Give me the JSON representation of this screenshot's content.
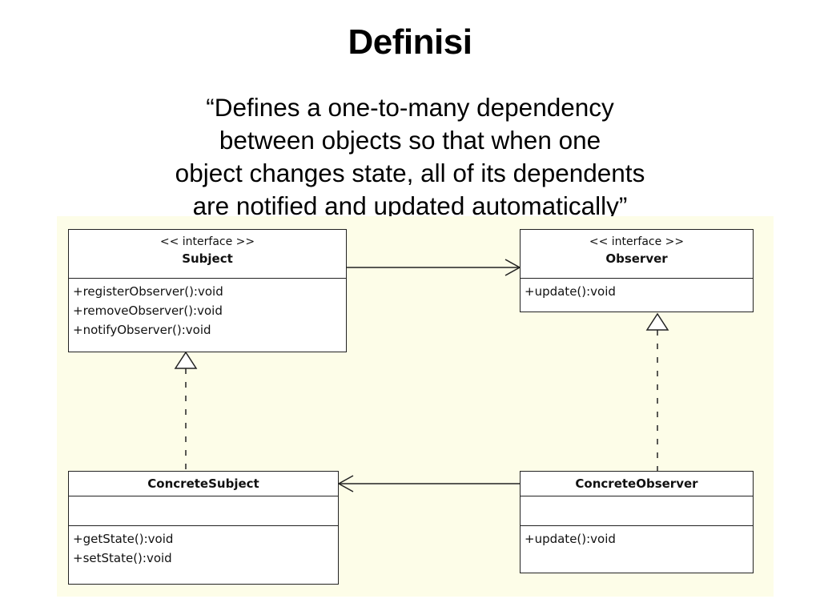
{
  "title": "Definisi",
  "quote": {
    "lines": [
      "“Defines a one-to-many dependency",
      "between objects so that when one",
      "object changes state, all of its dependents",
      "are notified and updated automatically”"
    ]
  },
  "diagram": {
    "subject": {
      "stereotype": "<< interface >>",
      "name": "Subject",
      "operations": [
        "+registerObserver():void",
        "+removeObserver():void",
        "+notifyObserver():void"
      ]
    },
    "observer": {
      "stereotype": "<< interface >>",
      "name": "Observer",
      "operations": [
        "+update():void"
      ]
    },
    "concrete_subject": {
      "name": "ConcreteSubject",
      "operations": [
        "+getState():void",
        "+setState():void"
      ]
    },
    "concrete_observer": {
      "name": "ConcreteObserver",
      "operations": [
        "+update():void"
      ]
    },
    "relations": [
      {
        "from": "Subject",
        "to": "Observer",
        "kind": "association"
      },
      {
        "from": "ConcreteSubject",
        "to": "Subject",
        "kind": "realization"
      },
      {
        "from": "ConcreteObserver",
        "to": "Observer",
        "kind": "realization"
      },
      {
        "from": "ConcreteObserver",
        "to": "ConcreteSubject",
        "kind": "association"
      }
    ],
    "colors": {
      "background": "#fdfde8",
      "line": "#222222"
    }
  }
}
